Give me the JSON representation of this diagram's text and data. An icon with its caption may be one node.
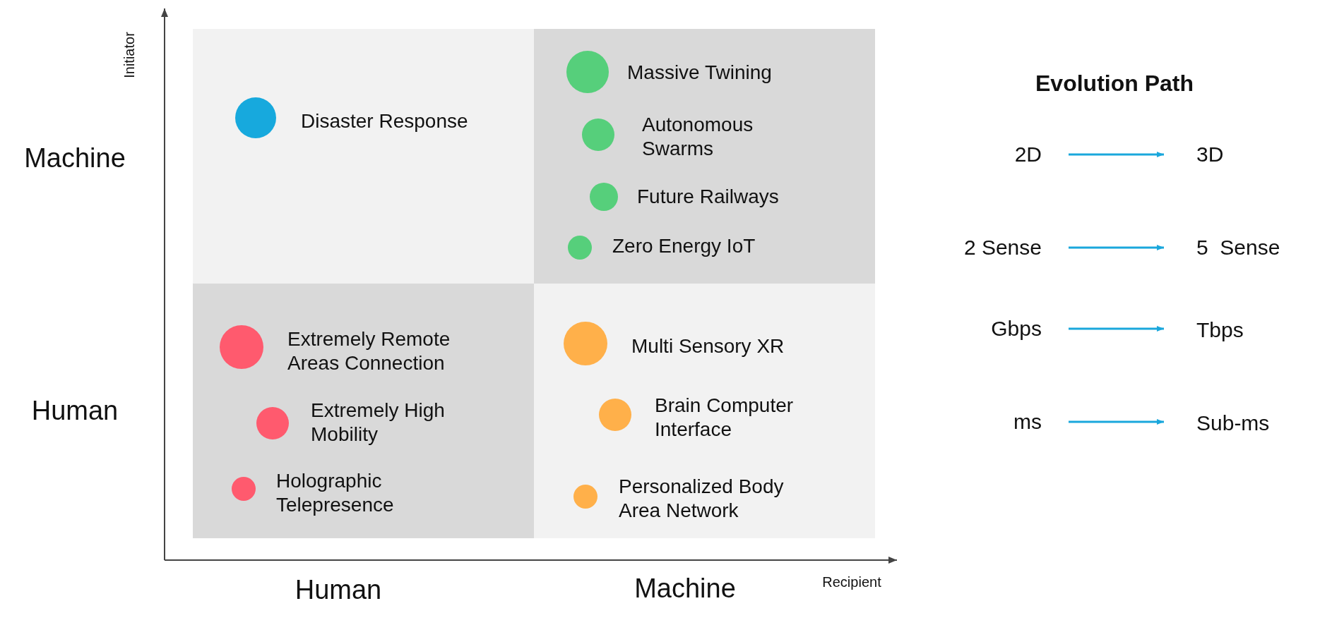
{
  "diagram": {
    "title": "Evolution Path",
    "nodes": [
      {
        "text": [],
        "shape": "box"
      },
      {
        "text": [
          "Disaster Response"
        ],
        "in": 0
      },
      {
        "text": [],
        "shape": "box"
      },
      {
        "text": [
          "Massive Twining"
        ],
        "in": 2
      },
      {
        "text": [
          "Autonomous Swarms"
        ],
        "in": 2
      },
      {
        "text": [
          "Future Railways"
        ],
        "in": 2
      },
      {
        "text": [
          "Zero Energy IoT"
        ],
        "in": 2
      },
      {
        "text": [],
        "shape": "box"
      },
      {
        "text": [
          "Extremely Remote Areas Connection"
        ],
        "in": 7
      },
      {
        "text": [
          "Extremely High Mobility"
        ],
        "in": 7
      },
      {
        "text": [
          "Holographic Telepresence"
        ],
        "in": 7
      },
      {
        "text": [],
        "shape": "box"
      },
      {
        "text": [
          "Multi Sensory XR"
        ],
        "in": 11
      },
      {
        "text": [
          "Brain Computer Interface"
        ],
        "in": 11
      },
      {
        "text": [
          "Personalized Body Area Network"
        ],
        "in": 11
      },
      {
        "text": [
          "2D"
        ]
      },
      {
        "text": [
          "3D"
        ]
      },
      {
        "text": [
          "2 Sense"
        ]
      },
      {
        "text": [
          "5  Sense"
        ]
      },
      {
        "text": [
          "Gbps"
        ]
      },
      {
        "text": [
          "Tbps"
        ]
      },
      {
        "text": [
          "ms"
        ]
      },
      {
        "text": [
          "Sub-ms"
        ]
      }
    ],
    "edges": [
      {
        "from": 15,
        "to": 16,
        "arrow": "to"
      },
      {
        "from": 17,
        "to": 18,
        "arrow": "to"
      },
      {
        "from": 19,
        "to": 20,
        "arrow": "to"
      },
      {
        "from": 21,
        "to": 22,
        "arrow": "to"
      }
    ],
    "labels": [
      "Initiator",
      "Machine",
      "Human",
      "Human",
      "Machine",
      "Recipient"
    ]
  }
}
